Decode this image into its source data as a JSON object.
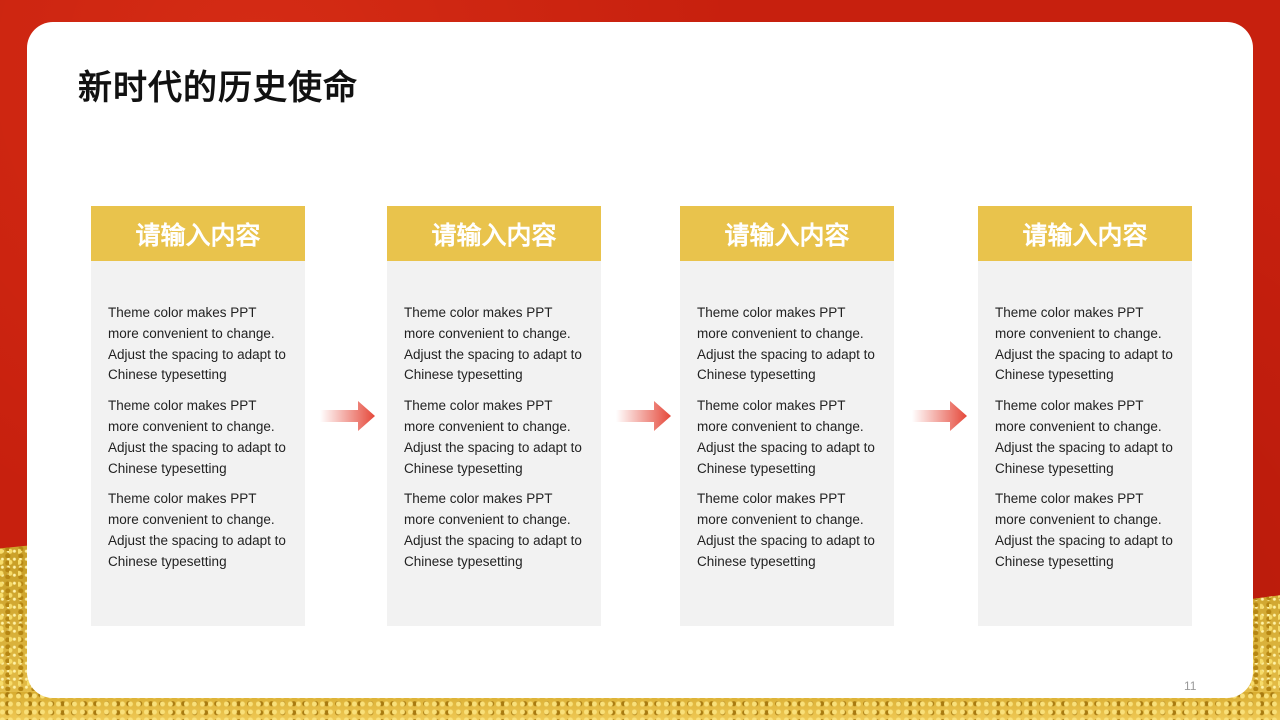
{
  "slide": {
    "title": "新时代的历史使命",
    "page_number": "11"
  },
  "columns": [
    {
      "header": "请输入内容",
      "paragraphs": [
        "Theme color makes PPT\nmore convenient  to change.\nAdjust the spacing to adapt to\nChinese  typesetting",
        "Theme color makes PPT\nmore convenient  to change.\nAdjust the spacing to adapt to\nChinese  typesetting",
        "Theme color makes PPT\nmore convenient  to change.\nAdjust the spacing to adapt to\nChinese  typesetting"
      ]
    },
    {
      "header": "请输入内容",
      "paragraphs": [
        "Theme color makes PPT\nmore convenient  to change.\nAdjust the spacing to adapt to\nChinese  typesetting",
        "Theme color makes PPT\nmore convenient  to change.\nAdjust the spacing to adapt to\nChinese  typesetting",
        "Theme color makes PPT\nmore convenient  to change.\nAdjust the spacing to adapt to\nChinese  typesetting"
      ]
    },
    {
      "header": "请输入内容",
      "paragraphs": [
        "Theme color makes PPT\nmore convenient  to change.\nAdjust the spacing to adapt to\nChinese  typesetting",
        "Theme color makes PPT\nmore convenient  to change.\nAdjust the spacing to adapt to\nChinese  typesetting",
        "Theme color makes PPT\nmore convenient  to change.\nAdjust the spacing to adapt to\nChinese  typesetting"
      ]
    },
    {
      "header": "请输入内容",
      "paragraphs": [
        "Theme color makes PPT\nmore convenient  to change.\nAdjust the spacing to adapt to\nChinese  typesetting",
        "Theme color makes PPT\nmore convenient  to change.\nAdjust the spacing to adapt to\nChinese  typesetting",
        "Theme color makes PPT\nmore convenient  to change.\nAdjust the spacing to adapt to\nChinese  typesetting"
      ]
    }
  ],
  "arrows": [
    {
      "icon": "right-arrow-icon"
    },
    {
      "icon": "right-arrow-icon"
    },
    {
      "icon": "right-arrow-icon"
    }
  ],
  "colors": {
    "header_gold": "#e9c34c",
    "column_bg": "#f2f2f2",
    "arrow_red": "#e5483a",
    "frame_red": "#c7200e"
  }
}
